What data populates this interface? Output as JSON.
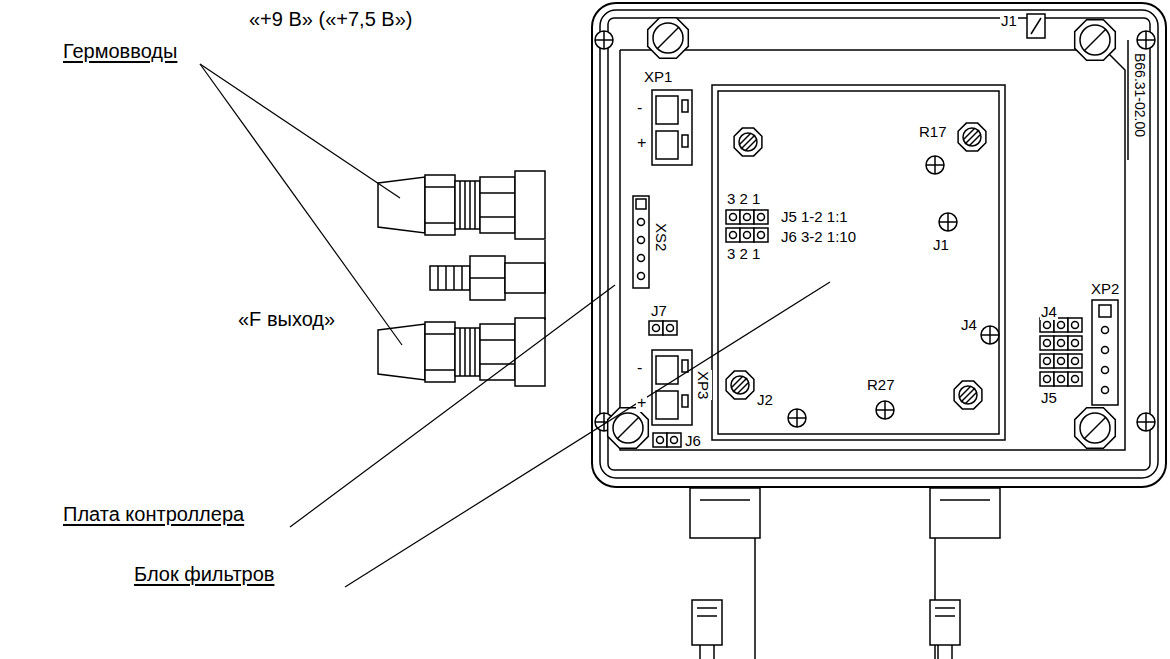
{
  "diagram": {
    "labels": [
      "Гермовводы",
      "«+9 В» («+7,5 В»)",
      "«F выход»",
      "Плата контроллера",
      "Блок фильтров",
      "XP1",
      "-",
      "+",
      "XS2",
      "J7",
      "-",
      "+",
      "XP3",
      "J6",
      "3 2 1",
      "J5 1-2 1:1",
      "J6 3-2 1:10",
      "3 2 1",
      "J1",
      "R17",
      "J1",
      "B66.31-02.00",
      "J4",
      "XP2",
      "J4",
      "J5",
      "J2",
      "R27"
    ]
  }
}
